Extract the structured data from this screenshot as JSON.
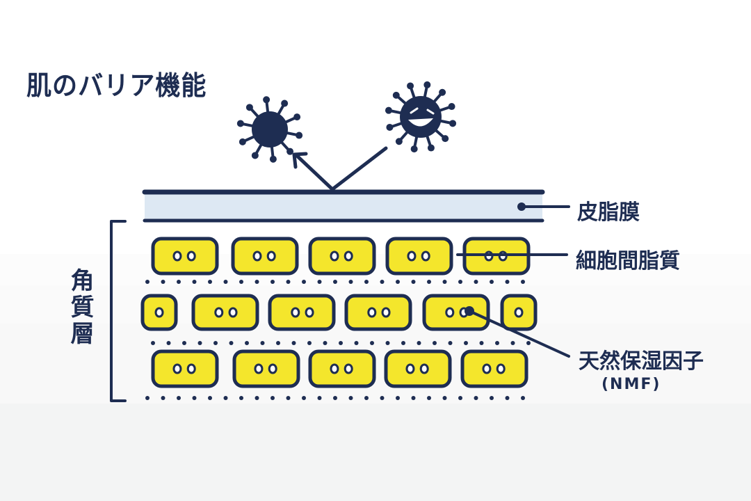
{
  "title": "肌のバリア機能",
  "labels": {
    "sebum_film": "皮脂膜",
    "intercellular_lipid": "細胞間脂質",
    "stratum_corneum": "角質層",
    "nmf": "天然保湿因子",
    "nmf_abbrev": "(NMF)"
  },
  "icons": {
    "virus_plain": "virus-icon",
    "virus_smiling": "virus-smiling-icon"
  },
  "colors": {
    "navy": "#1e2d52",
    "cell_yellow": "#f4e62c",
    "sebum_fill": "#dde8f3"
  }
}
